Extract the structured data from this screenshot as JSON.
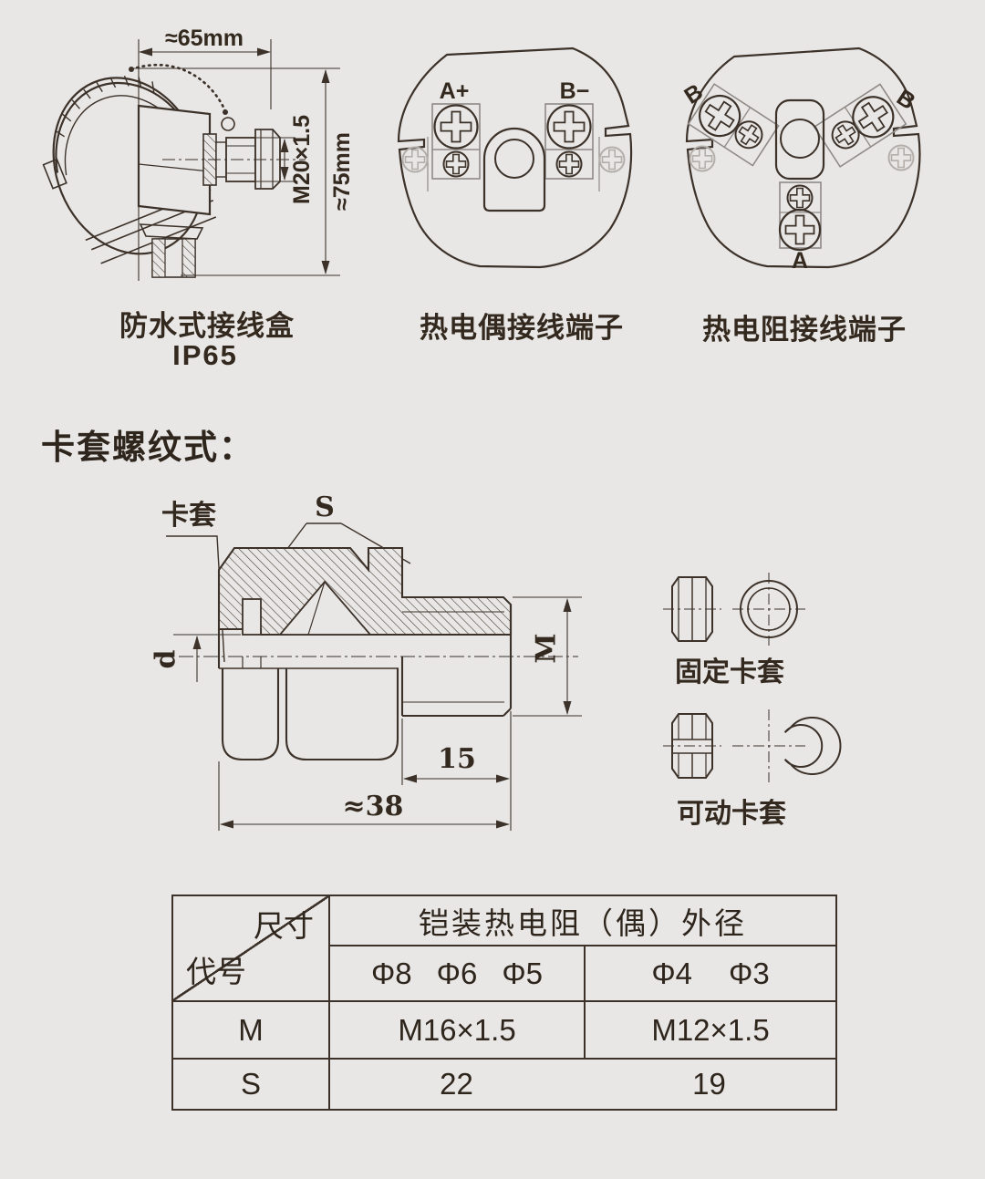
{
  "colors": {
    "background": "#e9e7e5",
    "ink": "#33291f",
    "line": "#3c322a",
    "screw_gray": "#b3aeaa"
  },
  "junction_box": {
    "dim_width": "≈65mm",
    "dim_thread": "M20×1.5",
    "dim_height": "≈75mm",
    "caption": "防水式接线盒",
    "rating": "IP65"
  },
  "thermocouple": {
    "terminal_a": "A+",
    "terminal_b": "B−",
    "caption": "热电偶接线端子"
  },
  "rtd": {
    "terminal_b_left": "B",
    "terminal_b_right": "B",
    "terminal_a": "A",
    "caption": "热电阻接线端子"
  },
  "ferrule": {
    "heading": "卡套螺纹式：",
    "labels": {
      "ferrule": "卡套",
      "s": "S",
      "d": "d",
      "m": "M",
      "thread_len": "15",
      "total_len": "≈38"
    },
    "legend": {
      "fixed": "固定卡套",
      "movable": "可动卡套"
    }
  },
  "table": {
    "corner": {
      "top": "尺寸",
      "bottom": "代号"
    },
    "header": "铠装热电阻（偶）外径",
    "diam_left": [
      "Φ8",
      "Φ6",
      "Φ5"
    ],
    "diam_right": [
      "Φ4",
      "Φ3"
    ],
    "rows": [
      {
        "label": "M",
        "left": "M16×1.5",
        "right": "M12×1.5"
      },
      {
        "label": "S",
        "left": "22",
        "right": "19"
      }
    ]
  }
}
